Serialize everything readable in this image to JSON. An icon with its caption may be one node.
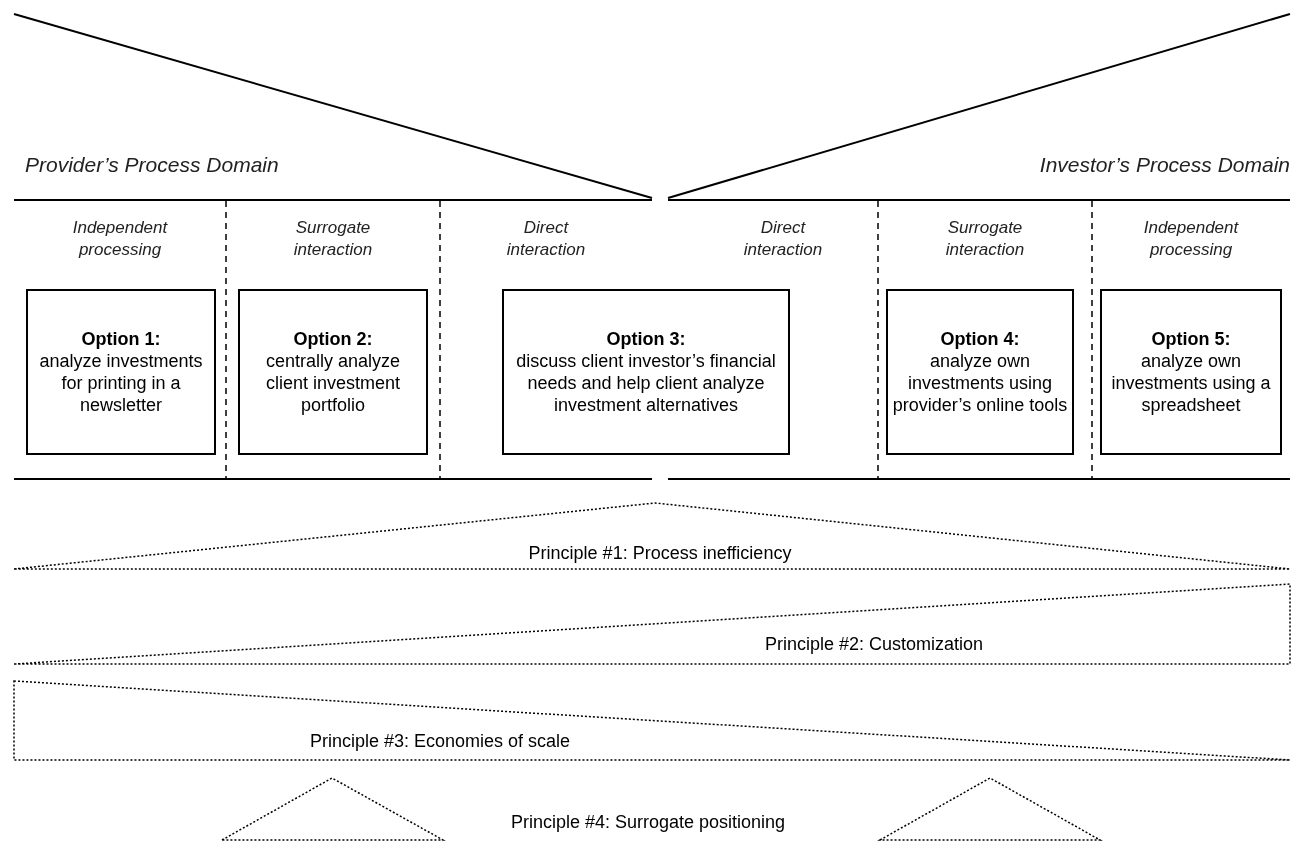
{
  "diagram": {
    "nodes": [
      {
        "text": [
          "Option 1:",
          "analyze investments for printing in a newsletter"
        ]
      },
      {
        "text": [
          "Option 2:",
          "centrally analyze client investment portfolio"
        ]
      },
      {
        "text": [
          "Option 3:",
          "discuss client investor’s financial needs and help client analyze investment alternatives"
        ]
      },
      {
        "text": [
          "Option 4:",
          "analyze own investments using provider’s online tools"
        ]
      },
      {
        "text": [
          "Option 5:",
          "analyze own investments using a spreadsheet"
        ]
      },
      {
        "text": [
          "Principle #1: Process inefficiency"
        ]
      },
      {
        "text": [
          "Principle #2: Customization"
        ]
      },
      {
        "text": [
          "Principle #3: Economies of scale"
        ]
      },
      {
        "text": [],
        "shape": "triangle"
      },
      {
        "text": [],
        "shape": "triangle"
      }
    ],
    "edges": [],
    "labels": [
      "Provider’s Process Domain",
      "Investor’s Process Domain",
      "Independent processing",
      "Surrogate interaction",
      "Direct interaction",
      "Direct interaction",
      "Surrogate interaction",
      "Independent processing",
      "Principle #4: Surrogate positioning"
    ]
  }
}
